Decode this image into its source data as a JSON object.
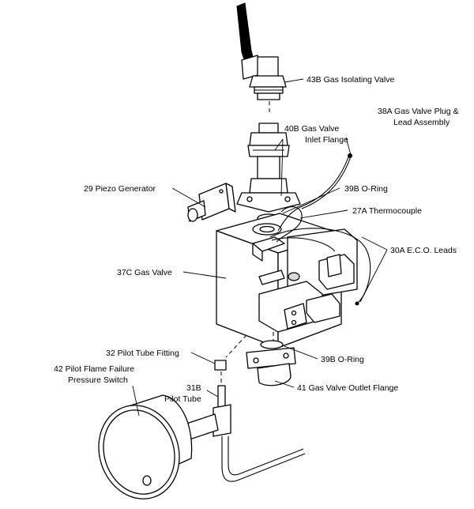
{
  "labels": {
    "gas_isolating_valve": "43B  Gas Isolating Valve",
    "gas_valve_plug_lead_1": "38A  Gas Valve Plug &",
    "gas_valve_plug_lead_2": "Lead Assembly",
    "gas_valve_inlet_flange_1": "40B  Gas Valve",
    "gas_valve_inlet_flange_2": "Inlet Flange",
    "piezo_generator": "29  Piezo Generator",
    "o_ring_top": "39B  O-Ring",
    "thermocouple": "27A  Thermocouple",
    "eco_leads": "30A  E.C.O. Leads",
    "gas_valve": "37C  Gas Valve",
    "pilot_tube_fitting": "32  Pilot Tube Fitting",
    "o_ring_bottom": "39B  O-Ring",
    "pilot_flame_failure_1": "42  Pilot Flame Failure",
    "pilot_flame_failure_2": "Pressure Switch",
    "pilot_tube_1": "31B",
    "pilot_tube_2": "Pilot Tube",
    "gas_valve_outlet_flange": "41  Gas Valve Outlet Flange"
  }
}
